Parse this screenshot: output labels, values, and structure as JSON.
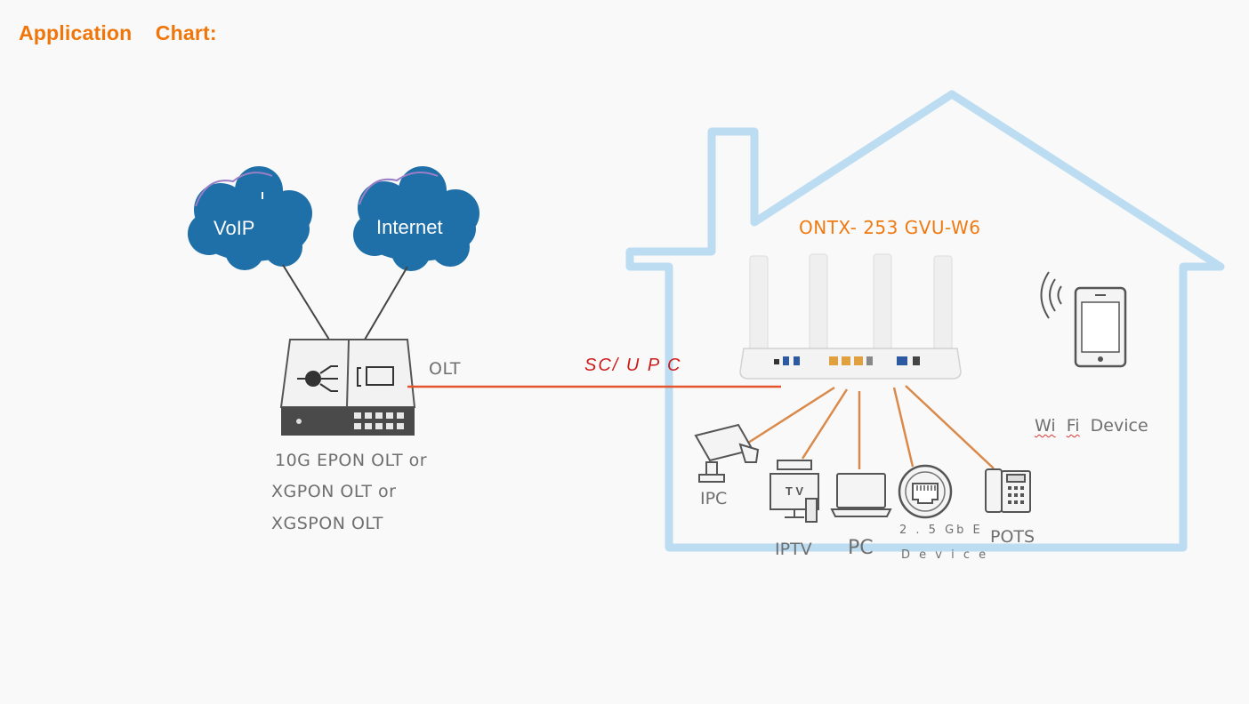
{
  "header": {
    "title": "Application    Chart:"
  },
  "clouds": [
    {
      "label": "VoIP"
    },
    {
      "label": "Internet"
    }
  ],
  "olt": {
    "label": "OLT",
    "description": [
      "10G EPON OLT or",
      "XGPON OLT or",
      "XGSPON OLT"
    ]
  },
  "link": {
    "label": "SC/ U P C"
  },
  "ont": {
    "model": "ONTX- 253 GVU-W6"
  },
  "devices": {
    "ipc": "IPC",
    "iptv": "IPTV",
    "tv_icon_text": "T V",
    "pc": "PC",
    "gbe_line1": "2 . 5 Gb E",
    "gbe_line2": "D e v i c e",
    "pots": "POTS",
    "wifi_word1": "Wi",
    "wifi_word2": "Fi",
    "wifi_word3": "Device"
  },
  "colors": {
    "title": "#f0760a",
    "house_outline": "#bcdcf2",
    "cloud_fill": "#1f6fa8",
    "fiber_line": "#e4572e",
    "device_lines": "#d9894a",
    "label_gray": "#6f6f6f"
  }
}
